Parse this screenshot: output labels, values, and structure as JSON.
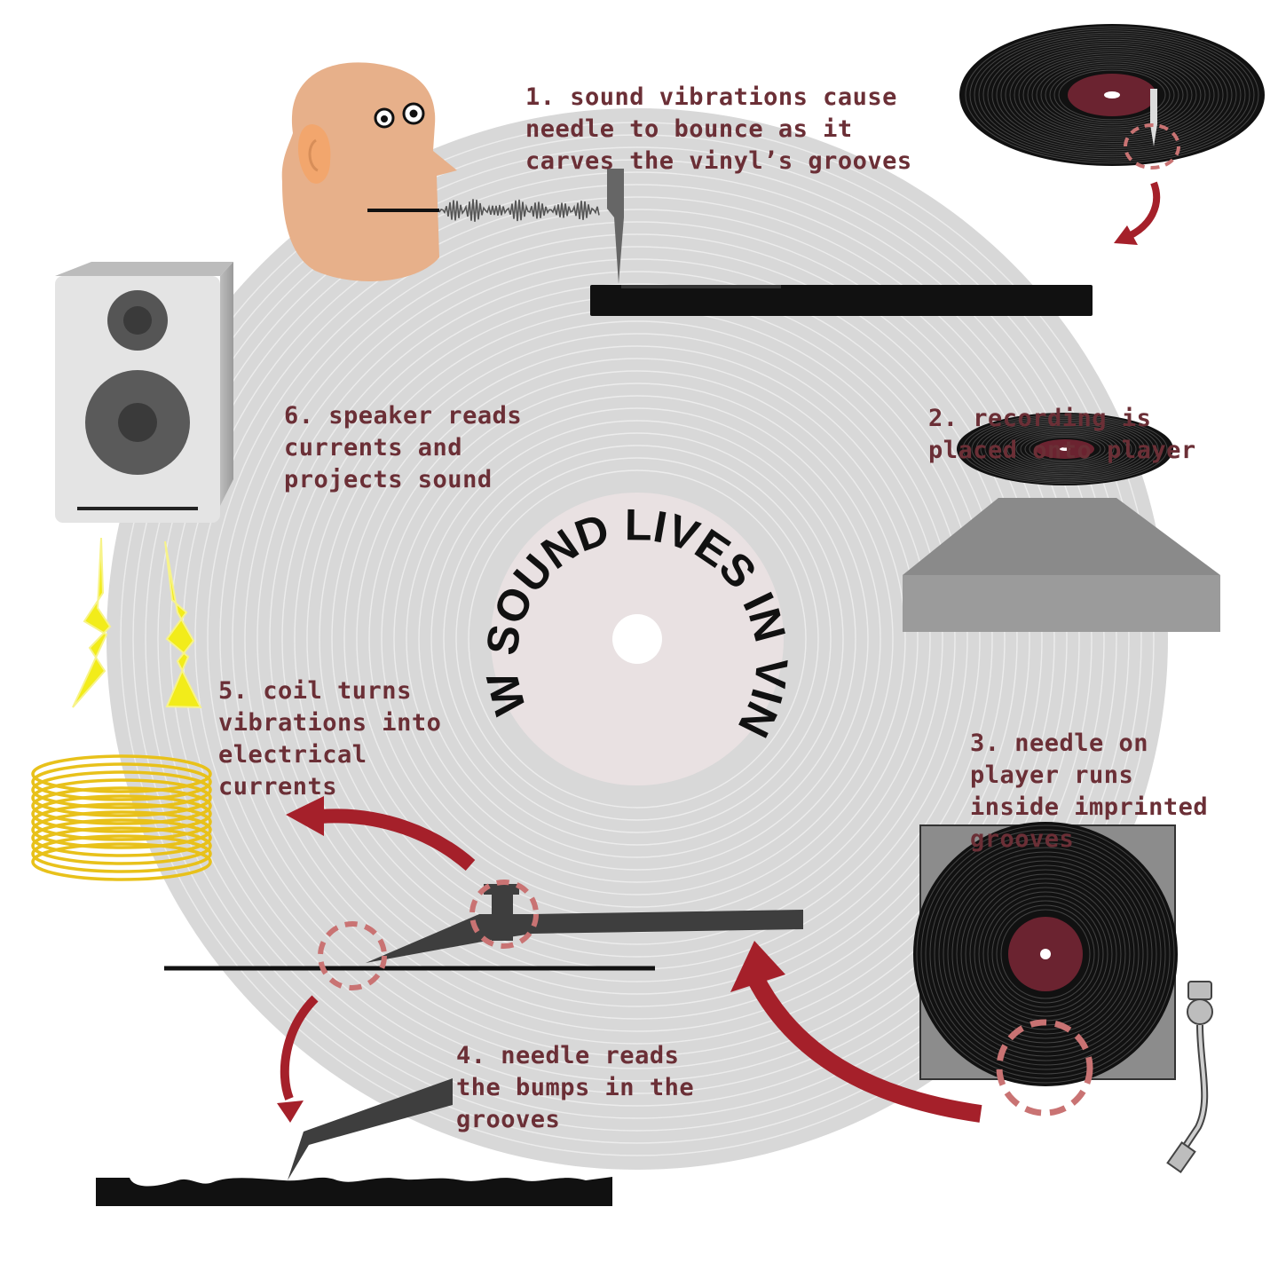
{
  "title": "HOW SOUND LIVES IN VINYL",
  "steps": [
    {
      "lines": [
        "1. sound vibrations cause",
        "needle to bounce as it",
        "carves the vinyl’s grooves"
      ]
    },
    {
      "lines": [
        "2. recording is",
        "placed onto player"
      ]
    },
    {
      "lines": [
        "3. needle on",
        "player runs",
        "inside imprinted",
        "grooves"
      ]
    },
    {
      "lines": [
        "4. needle reads",
        "the bumps in the",
        "grooves"
      ]
    },
    {
      "lines": [
        "5. coil turns",
        "vibrations into",
        "electrical",
        "currents"
      ]
    },
    {
      "lines": [
        "6. speaker reads",
        "currents and",
        "projects sound"
      ]
    }
  ],
  "colors": {
    "text": "#6b2f36",
    "arrow": "#a5202a",
    "record_label": "#6b2330",
    "highlight_dash": "#c97373",
    "background_record": "#d8d8d8",
    "coil": "#e8c11a",
    "lightning": "#f2ec1a"
  },
  "icons": [
    "head-icon",
    "ear-icon",
    "eyes-icon",
    "sound-wave-icon",
    "cutting-needle-icon",
    "vinyl-record-icon",
    "turntable-icon",
    "tonearm-icon",
    "speaker-icon",
    "lightning-icon",
    "coil-icon",
    "stylus-icon",
    "arrow-icon"
  ]
}
